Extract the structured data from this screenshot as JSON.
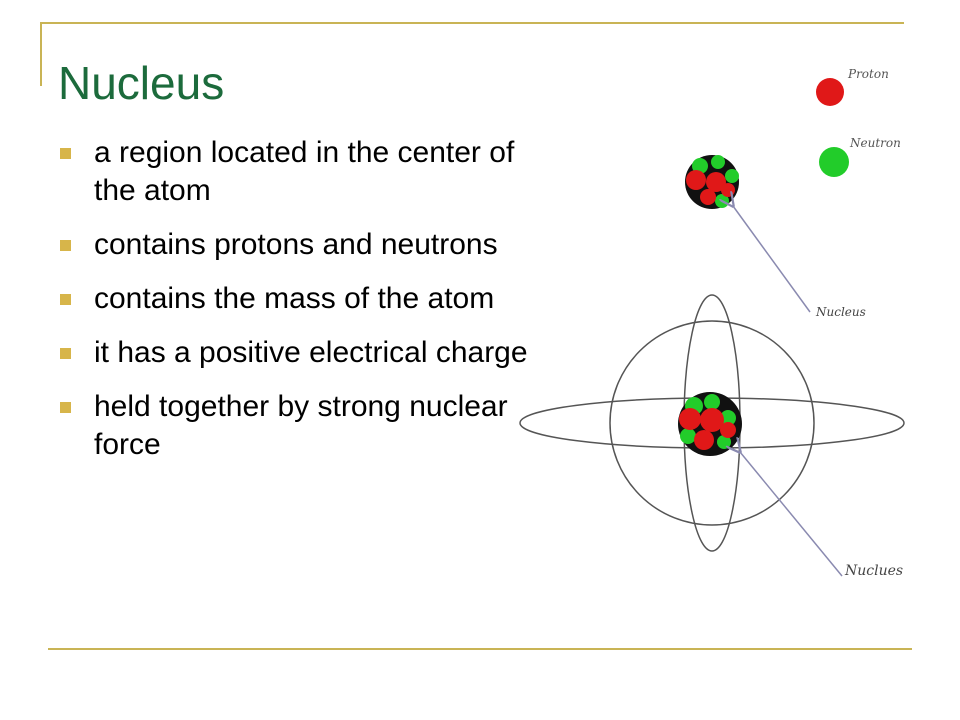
{
  "title": "Nucleus",
  "bullets": [
    "a region located in the center of the atom",
    "contains protons and neutrons",
    "contains the mass of the atom",
    "it has a positive electrical charge",
    "held together by strong nuclear force"
  ],
  "diagram": {
    "legend_proton_label": "Proton",
    "legend_neutron_label": "Neutron",
    "small_nucleus_label": "Nucleus",
    "large_nucleus_label": "Nuclues",
    "colors": {
      "proton": "#e01818",
      "neutron": "#22cc2a",
      "accent": "#c9b455",
      "title": "#1c6b3c"
    }
  }
}
